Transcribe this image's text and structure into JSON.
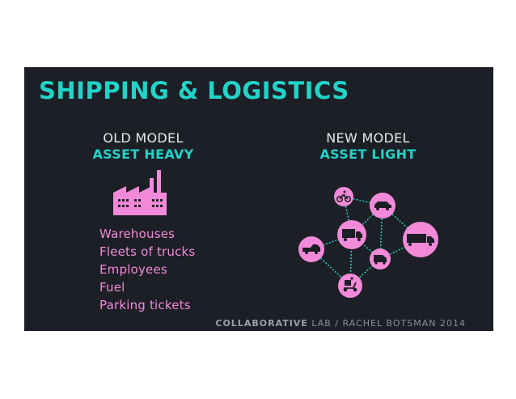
{
  "slide": {
    "title": "SHIPPING & LOGISTICS",
    "old_model": {
      "label": "OLD MODEL",
      "subtitle": "ASSET HEAVY",
      "icon": "factory-icon",
      "items": [
        "Warehouses",
        "Fleets of trucks",
        "Employees",
        "Fuel",
        "Parking tickets"
      ]
    },
    "new_model": {
      "label": "NEW MODEL",
      "subtitle": "ASSET LIGHT",
      "icons": [
        "bicycle-icon",
        "car-icon",
        "truck-icon",
        "semi-truck-icon",
        "pickup-icon",
        "van-icon",
        "scooter-icon"
      ]
    },
    "credit": {
      "brand_bold": "COLLABORATIVE",
      "brand_rest": " LAB",
      "separator": " / ",
      "author": "RACHEL BOTSMAN 2014"
    },
    "colors": {
      "background": "#1c1f26",
      "accent": "#22d3c8",
      "pink": "#f28ad9"
    }
  }
}
